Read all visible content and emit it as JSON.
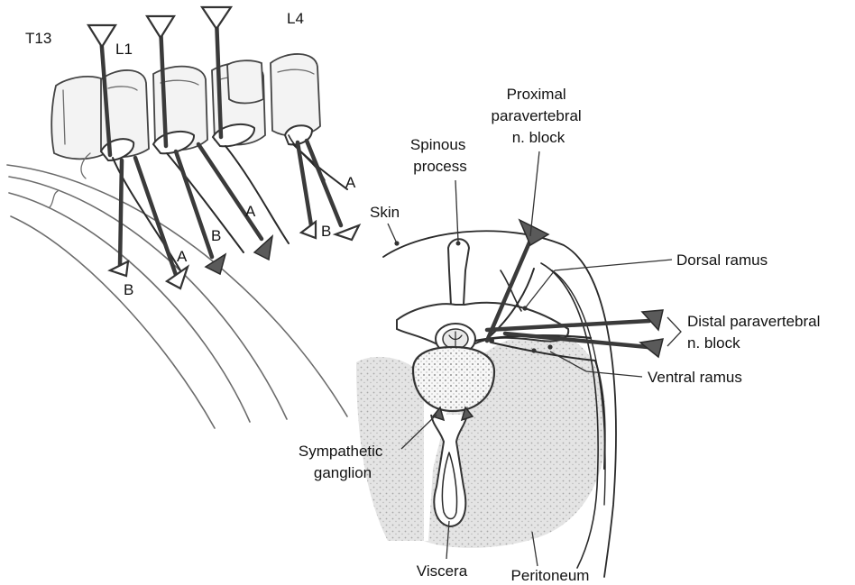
{
  "labels": {
    "vertebra_t13": "T13",
    "vertebra_l1": "L1",
    "vertebra_l4": "L4",
    "approach_a": "A",
    "approach_b": "B",
    "skin": "Skin",
    "spinous_process": [
      "Spinous",
      "process"
    ],
    "proximal_block": [
      "Proximal",
      "paravertebral",
      "n. block"
    ],
    "dorsal_ramus": "Dorsal ramus",
    "distal_block": [
      "Distal paravertebral",
      "n. block"
    ],
    "ventral_ramus": "Ventral ramus",
    "sympathetic_ganglion": [
      "Sympathetic",
      "ganglion"
    ],
    "viscera": "Viscera",
    "peritoneum": "Peritoneum"
  },
  "colors": {
    "ink": "#2a2a2a",
    "shading": "#d9d9d9",
    "needle": "#3a3a3a",
    "background": "#ffffff"
  }
}
